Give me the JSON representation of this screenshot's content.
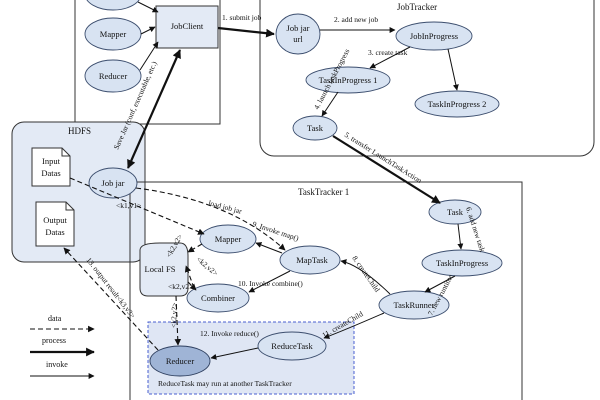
{
  "containers": {
    "jobtracker": "JobTracker",
    "hdfs": "HDFS",
    "tasktracker": "TaskTracker 1",
    "reduce_note": "ReduceTask may run at another TaskTracker"
  },
  "nodes": {
    "mapper_top": "Mapper",
    "reducer_top": "Reducer",
    "jobclient": "JobClient",
    "jobjar_url_1": "Job jar",
    "jobjar_url_2": "url",
    "jobinprogress": "JobInProgress",
    "tip1": "TaskInProgress 1",
    "tip2": "TaskInProgress 2",
    "task": "Task",
    "input_1": "Input",
    "input_2": "Datas",
    "output_1": "Output",
    "output_2": "Datas",
    "hdfs_jobjar": "Job jar",
    "hdfs_kv": "<k1,v1>",
    "tt_task": "Task",
    "tt_tip": "TaskInProgress",
    "localfs": "Local FS",
    "mapper": "Mapper",
    "combiner": "Combiner",
    "maptask": "MapTask",
    "taskrunner": "TaskRunner",
    "reducetask": "ReduceTask",
    "reducer": "Reducer"
  },
  "edges": {
    "e1": "1. submit job",
    "e2": "2. add new job",
    "e3": "3. create task",
    "e4": "4. launch taskProgress",
    "e5": "5. transfer LaunchTaskAction",
    "e6": "6. add new task",
    "e7": "7. new runtime",
    "e8": "8. createChild",
    "e9": "9. Invoke map()",
    "e10": "10. Invoke combine()",
    "e11": "11. createChild",
    "e12": "12. Invoke reduce()",
    "e13": "13. output result<k3,v3>",
    "copy": "Save Jar (conf, executable, etc.)",
    "load": "load job jar",
    "kv_a": "<k2,v2>",
    "kv_b": "<k2,v2>",
    "kv_c": "<k2,v2>",
    "kv_d": "<k2,v2>"
  },
  "legend": {
    "data": "data",
    "process": "process",
    "invoke": "invoke"
  },
  "colors": {
    "node_fill": "#d8e3f2",
    "node_dark_fill": "#9fb4d6",
    "container_fill": "#e3eaf5",
    "stroke": "#3c4e6e",
    "reduce_box_border": "#4a5fd0"
  }
}
